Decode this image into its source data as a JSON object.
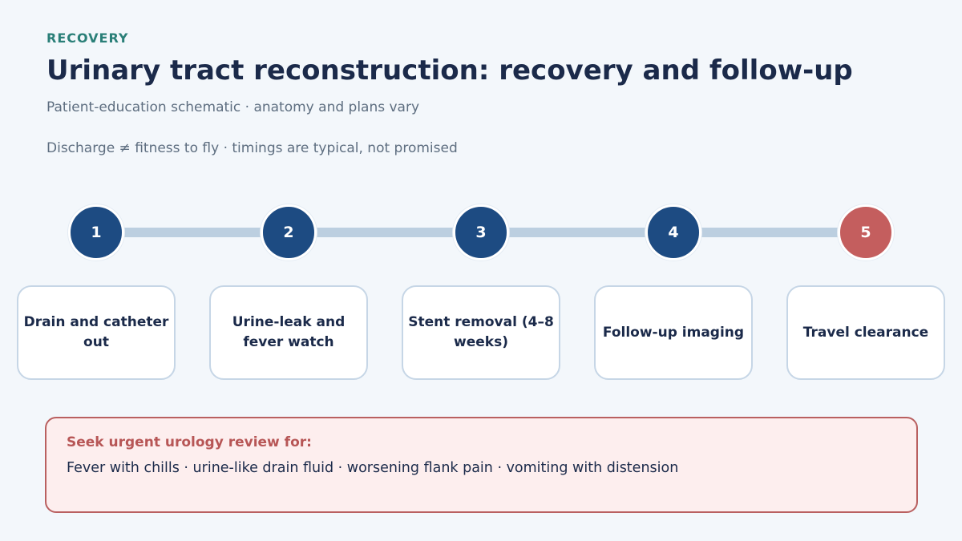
{
  "header": {
    "kicker": "RECOVERY",
    "title": "Urinary tract reconstruction: recovery and follow-up",
    "subtitle": "Patient-education schematic · anatomy and plans vary",
    "note": "Discharge ≠ fitness to fly · timings are typical, not promised"
  },
  "steps": [
    {
      "number": "1",
      "label": "Drain and catheter out"
    },
    {
      "number": "2",
      "label": "Urine-leak and fever watch"
    },
    {
      "number": "3",
      "label": "Stent removal (4–8 weeks)"
    },
    {
      "number": "4",
      "label": "Follow-up imaging"
    },
    {
      "number": "5",
      "label": "Travel clearance"
    }
  ],
  "alert": {
    "title": "Seek urgent urology review for:",
    "body": "Fever with chills · urine-like drain fluid · worsening flank pain · vomiting with distension"
  },
  "colors": {
    "background": "#f3f7fb",
    "step_primary": "#1d4b82",
    "step_final": "#c45e5e",
    "connector": "#bccfe0",
    "kicker": "#2a7f78",
    "alert_border": "#b96060",
    "alert_background": "#fdeeee"
  }
}
